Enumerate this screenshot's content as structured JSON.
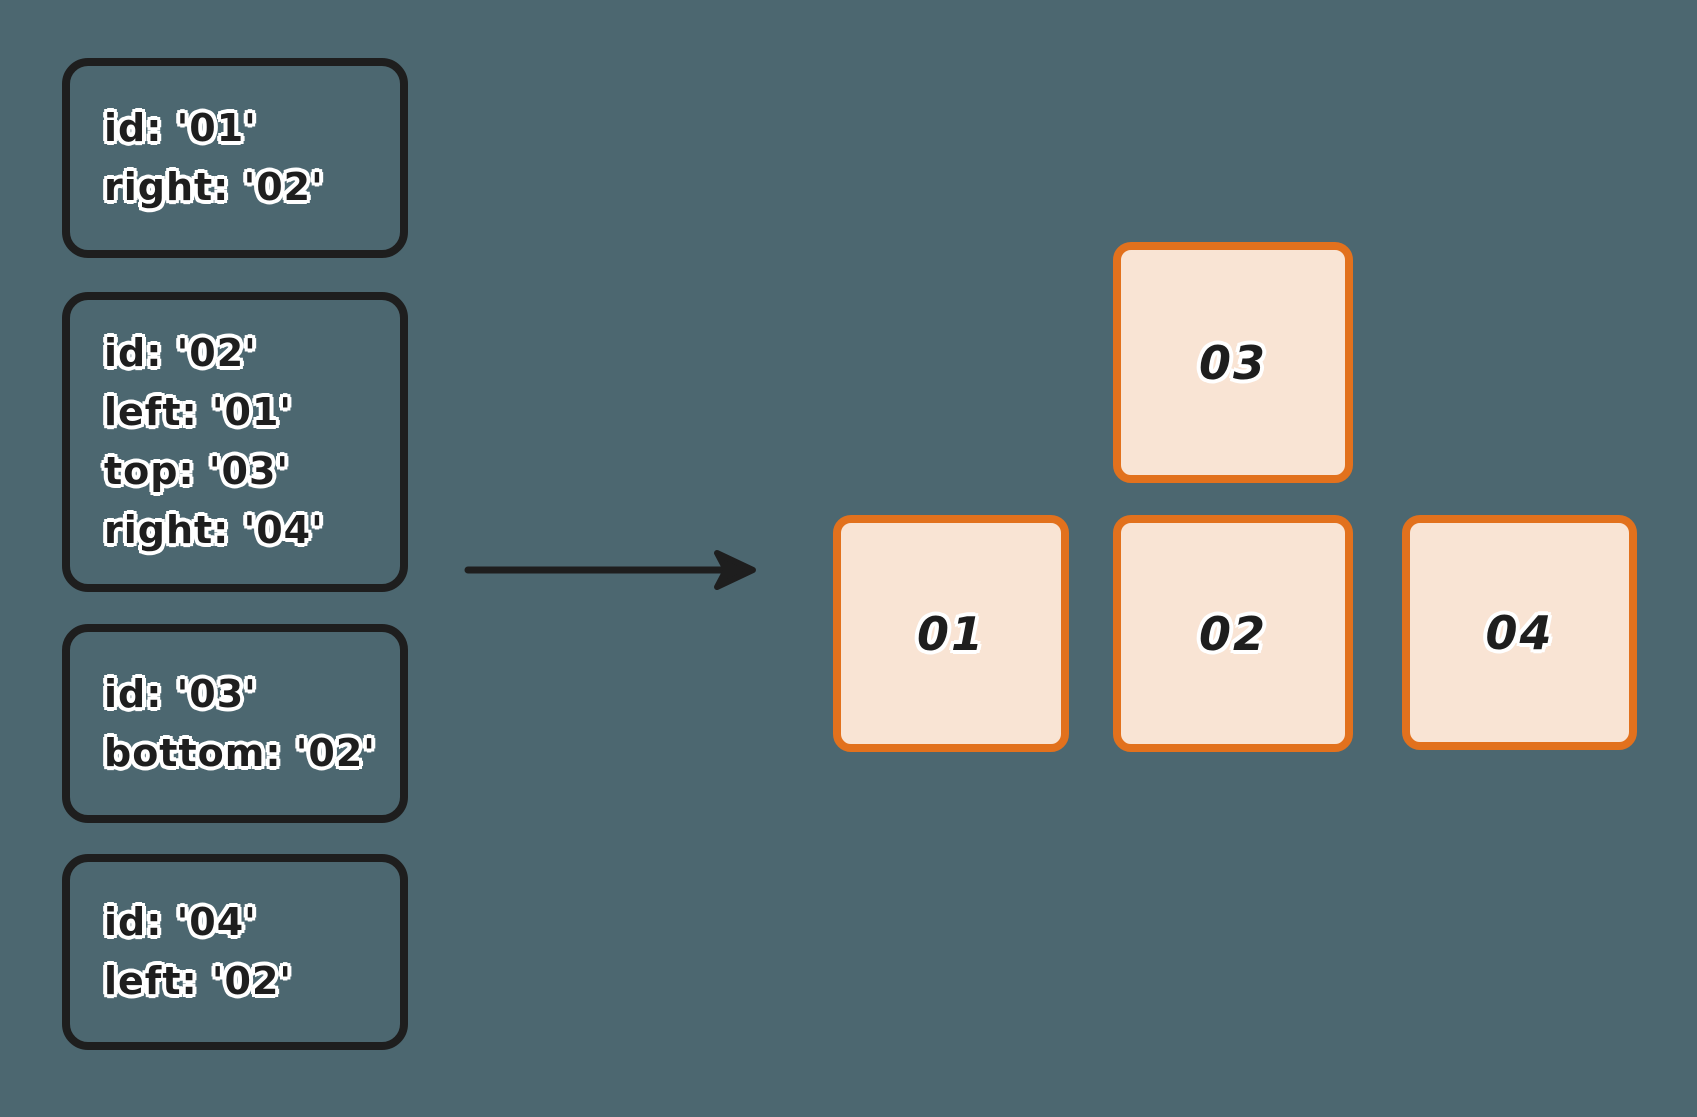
{
  "colors": {
    "background": "#4c6770",
    "ink": "#1e1e1e",
    "accent_orange": "#e2711d",
    "tile_fill": "#f9e4d4",
    "text_halo": "#ffffff"
  },
  "input_cards": [
    {
      "lines": [
        "id: '01'",
        "right: '02'"
      ]
    },
    {
      "lines": [
        "id: '02'",
        "left: '01'",
        "top: '03'",
        "right: '04'"
      ]
    },
    {
      "lines": [
        "id: '03'",
        "bottom: '02'"
      ]
    },
    {
      "lines": [
        "id: '04'",
        "left: '02'"
      ]
    }
  ],
  "arrow": {
    "icon": "right-arrow"
  },
  "result_tiles": [
    {
      "label": "03"
    },
    {
      "label": "01"
    },
    {
      "label": "02"
    },
    {
      "label": "04"
    }
  ]
}
